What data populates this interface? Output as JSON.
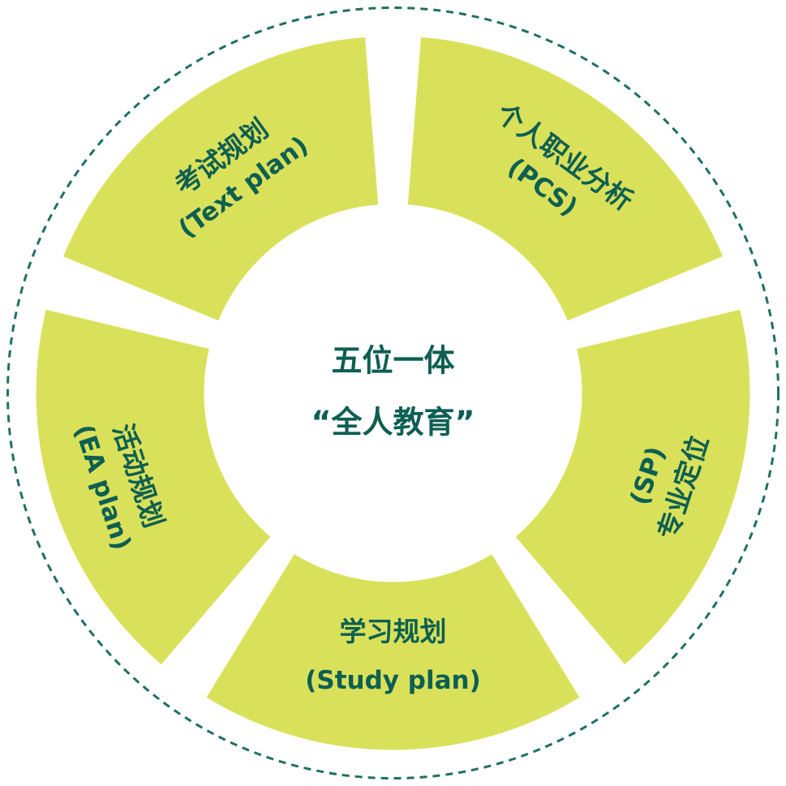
{
  "colors": {
    "segment_fill": "#d9e15b",
    "text": "#0d5f52",
    "ring": "#1f6f66",
    "background": "#ffffff"
  },
  "center": {
    "line1": "五位一体",
    "line2": "“全人教育”"
  },
  "segments": [
    {
      "id": "text-plan",
      "title": "考试规划",
      "subtitle": "(Text plan)"
    },
    {
      "id": "pcs",
      "title": "个人职业分析",
      "subtitle": "(PCS)"
    },
    {
      "id": "sp",
      "title": "专业定位",
      "subtitle": "(SP)"
    },
    {
      "id": "study-plan",
      "title": "学习规划",
      "subtitle": "(Study plan)"
    },
    {
      "id": "ea-plan",
      "title": "活动规划",
      "subtitle": "(EA plan)"
    }
  ]
}
